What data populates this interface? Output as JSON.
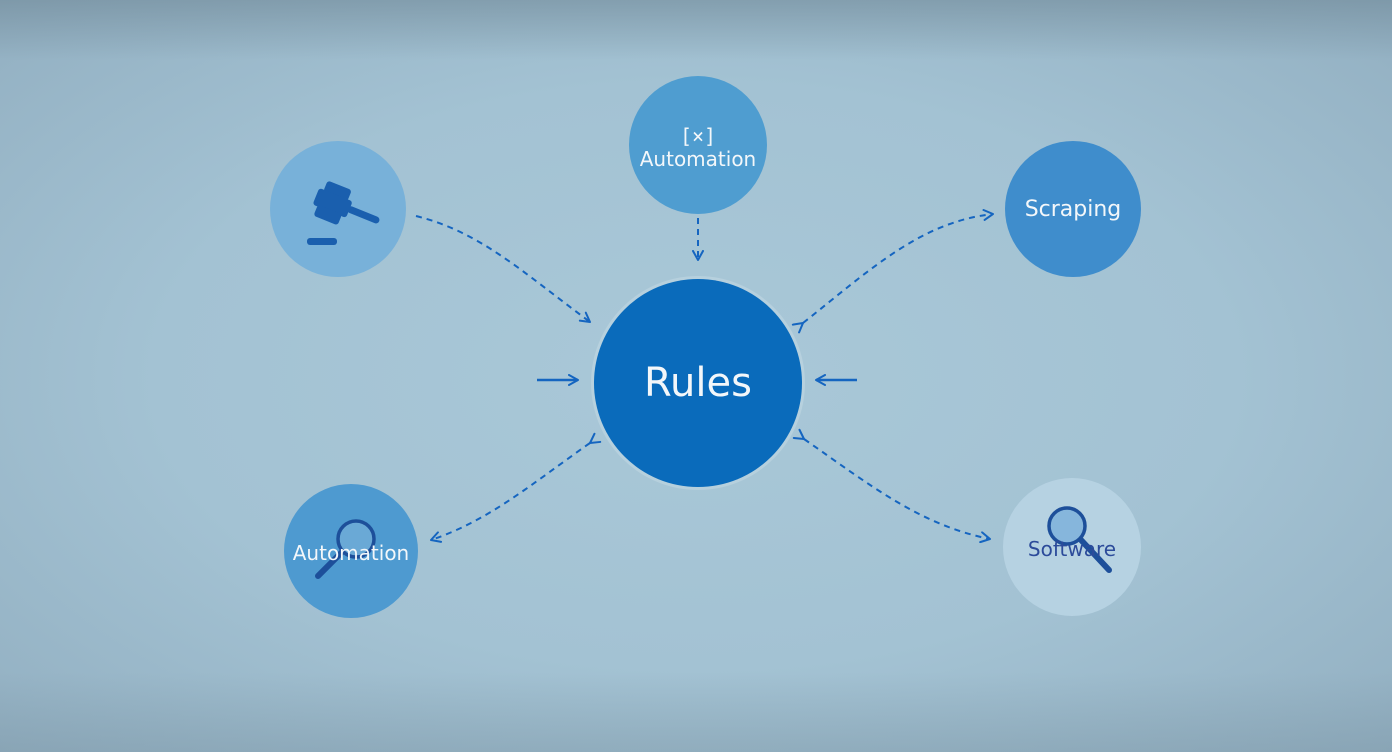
{
  "diagram": {
    "center": {
      "label": "Rules"
    },
    "top": {
      "symbol": "[×]",
      "label": "Automation",
      "icon": "bracket-x-icon"
    },
    "left_top": {
      "icon": "gavel-icon"
    },
    "right_top": {
      "label": "Scraping"
    },
    "left_bottom": {
      "label": "Automation",
      "icon": "magnifier-icon"
    },
    "right_bottom": {
      "label": "Software",
      "icon": "magnifier-icon"
    }
  },
  "colors": {
    "center": "#0a6bbb",
    "arrow": "#1565c0",
    "background": "#a6c4d5"
  }
}
